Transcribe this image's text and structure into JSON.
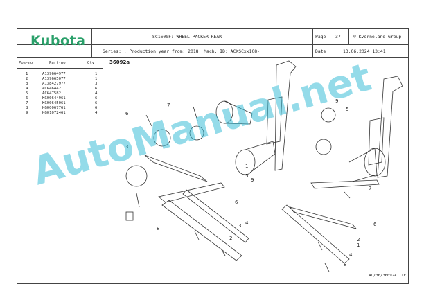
{
  "header": {
    "brand": "Kubota",
    "title": "SC1600F: WHEEL PACKER REAR",
    "page_label": "Page",
    "page_number": "37",
    "copyright": "© Kverneland Group",
    "series_line": "Series: ; Production year from: 2018; Mach. ID: ACKSCxx108-",
    "date_label": "Date",
    "date_value": "13.06.2024  13:41"
  },
  "table": {
    "col_pos": "Pos-no",
    "col_part": "Part-no",
    "col_qty": "Qty",
    "rows": [
      {
        "pos": "1",
        "part": "A139664977",
        "qty": "1"
      },
      {
        "pos": "2",
        "part": "A139665077",
        "qty": "1"
      },
      {
        "pos": "3",
        "part": "A138427977",
        "qty": "3"
      },
      {
        "pos": "4",
        "part": "AC646442",
        "qty": "6"
      },
      {
        "pos": "5",
        "part": "AC647582",
        "qty": "4"
      },
      {
        "pos": "6",
        "part": "KG00644961",
        "qty": "6"
      },
      {
        "pos": "7",
        "part": "KG00645061",
        "qty": "6"
      },
      {
        "pos": "8",
        "part": "KG00067761",
        "qty": "6"
      },
      {
        "pos": "9",
        "part": "KG01072461",
        "qty": "4"
      }
    ]
  },
  "drawing": {
    "figure_id": "36092a",
    "file_ref": "AC/36/36092A.TIF",
    "callouts": [
      "7",
      "6",
      "3",
      "1",
      "9",
      "5",
      "5",
      "9",
      "7",
      "3",
      "6",
      "4",
      "8",
      "2",
      "6",
      "1",
      "2",
      "4",
      "8"
    ]
  },
  "watermark": "AutoManual.net",
  "colors": {
    "brand": "#2aa06a",
    "watermark": "#3cbed7"
  }
}
